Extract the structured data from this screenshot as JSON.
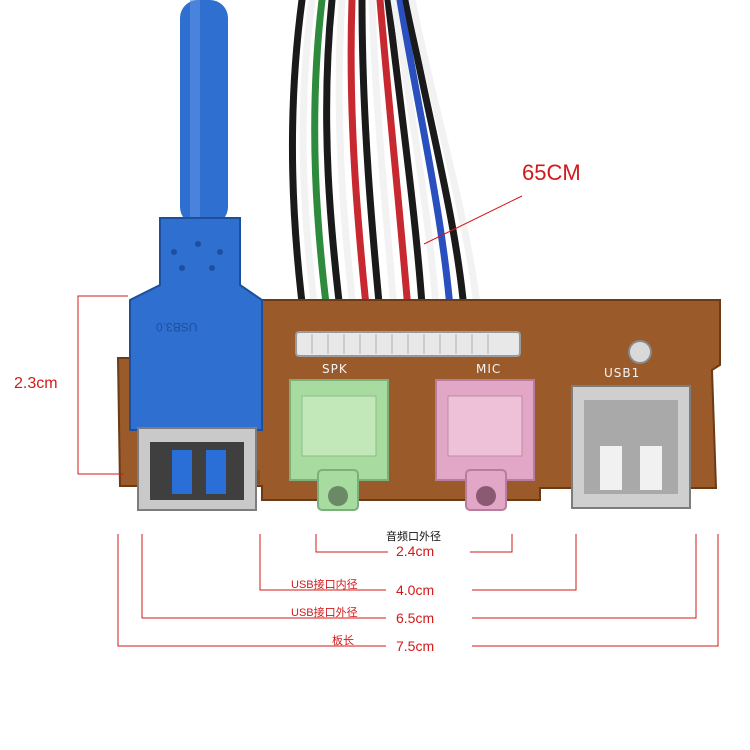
{
  "annotations": {
    "cable_length": "65CM",
    "board_height": "2.3cm",
    "audio_outer_label": "音频口外径",
    "audio_outer_value": "2.4cm",
    "usb_inner_label": "USB接口内径",
    "usb_inner_value": "4.0cm",
    "usb_outer_label": "USB接口外径",
    "usb_outer_value": "6.5cm",
    "board_length_label": "板长",
    "board_length_value": "7.5cm"
  },
  "board_silkscreen": {
    "spk": "SPK",
    "mic": "MIC",
    "usb1": "USB1"
  },
  "plug_logo_text": "USB3.0",
  "colors": {
    "pcb": "#9a5a2a",
    "cable_blue": "#2f6fd0",
    "jack_green": "#a8dba0",
    "jack_pink": "#e2a7c6",
    "annotation_red": "#d21a1a"
  }
}
